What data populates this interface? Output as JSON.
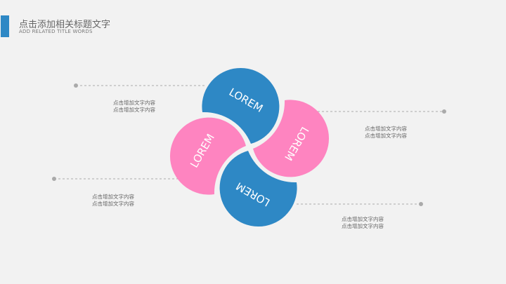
{
  "header": {
    "title": "点击添加相关标题文字",
    "subtitle": "ADD RELATED TITLE WORDS"
  },
  "colors": {
    "accent": "#2e88c5",
    "blue": "#2e88c5",
    "pink": "#fe84c0",
    "background": "#f2f2f2",
    "line": "#aaaaaa"
  },
  "petals": [
    {
      "label": "LOREM",
      "color": "blue"
    },
    {
      "label": "LOREM",
      "color": "pink"
    },
    {
      "label": "LOREM",
      "color": "blue"
    },
    {
      "label": "LOREM",
      "color": "pink"
    }
  ],
  "notes": [
    {
      "line1": "点击增加文字内容",
      "line2": "点击增加文字内容"
    },
    {
      "line1": "点击增加文字内容",
      "line2": "点击增加文字内容"
    },
    {
      "line1": "点击增加文字内容",
      "line2": "点击增加文字内容"
    },
    {
      "line1": "点击增加文字内容",
      "line2": "点击增加文字内容"
    }
  ]
}
